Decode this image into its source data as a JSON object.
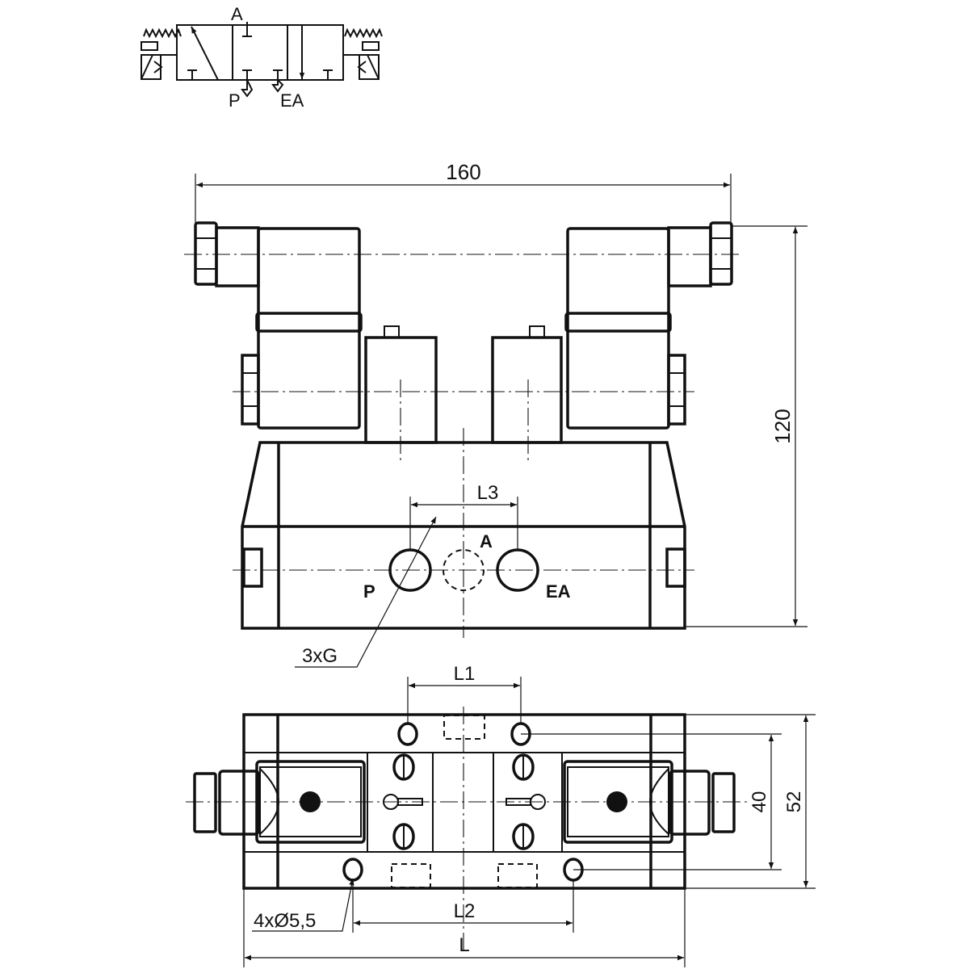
{
  "symbol": {
    "port_a": "A",
    "port_p": "P",
    "port_ea": "EA"
  },
  "front_view": {
    "width_dim": "160",
    "height_dim": "120",
    "port_spacing_dim": "L3",
    "port_a": "A",
    "port_p": "P",
    "port_ea": "EA",
    "thread_label": "3xG"
  },
  "bottom_view": {
    "hole_spacing_top_dim": "L1",
    "hole_spacing_bottom_dim": "L2",
    "length_dim": "L",
    "hole_pitch_dim": "40",
    "depth_dim": "52",
    "hole_label": "4xØ5,5"
  },
  "colors": {
    "line": "#111111",
    "background": "#ffffff"
  }
}
